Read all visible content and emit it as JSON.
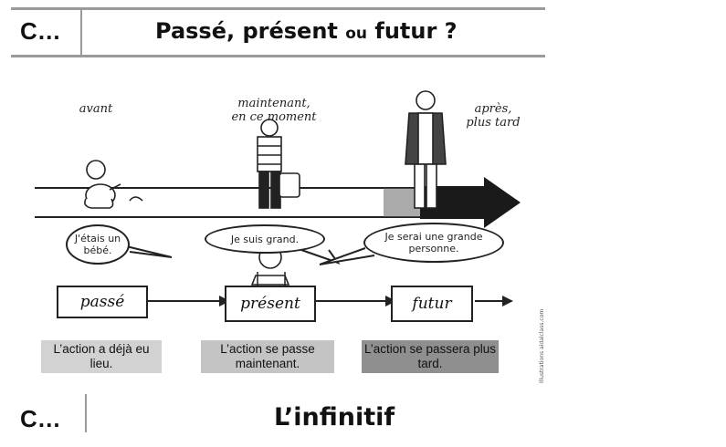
{
  "header_top": {
    "code": "C…",
    "title_part1": "Passé, présent ",
    "title_connector": "ou",
    "title_part2": " futur ?"
  },
  "illustration": {
    "label_past": "avant",
    "label_present_line1": "maintenant,",
    "label_present_line2": "en ce moment",
    "label_future_line1": "après,",
    "label_future_line2": "plus tard",
    "bubble_past": "J'étais un bébé.",
    "bubble_present": "Je suis grand.",
    "bubble_future": "Je serai une grande personne.",
    "box_past": "passé",
    "box_present": "présent",
    "box_future": "futur",
    "credit": "Illustrations aidalclass.com"
  },
  "captions": {
    "past": "L’action a déjà eu lieu.",
    "present": "L’action se passe maintenant.",
    "future": "L’action se passera plus tard.",
    "colors": {
      "past": "#d2d2d2",
      "present": "#c4c4c4",
      "future": "#8f8f8f"
    }
  },
  "header_bottom": {
    "code": "C…",
    "title": "L’infinitif"
  }
}
